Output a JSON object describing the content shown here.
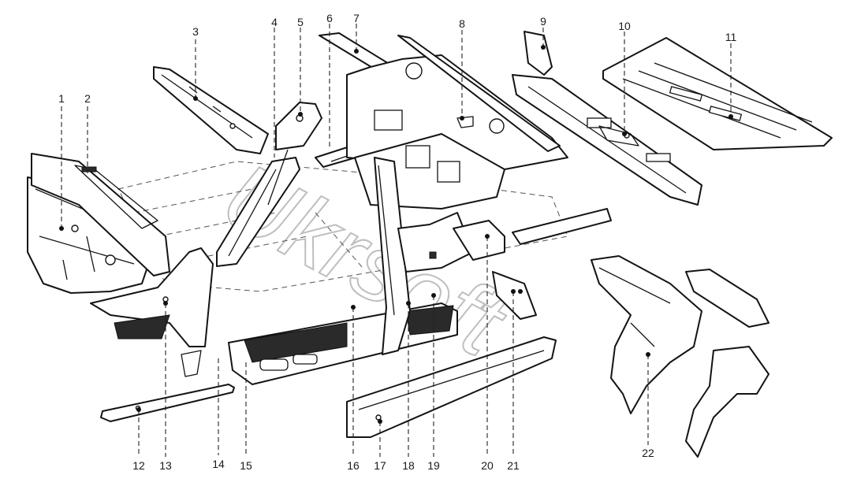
{
  "watermark": "Ukrsoft",
  "callouts": [
    {
      "id": "c1",
      "label": "1"
    },
    {
      "id": "c2",
      "label": "2"
    },
    {
      "id": "c3",
      "label": "3"
    },
    {
      "id": "c4",
      "label": "4"
    },
    {
      "id": "c5",
      "label": "5"
    },
    {
      "id": "c6",
      "label": "6"
    },
    {
      "id": "c7",
      "label": "7"
    },
    {
      "id": "c8",
      "label": "8"
    },
    {
      "id": "c9",
      "label": "9"
    },
    {
      "id": "c10",
      "label": "10"
    },
    {
      "id": "c11",
      "label": "11"
    },
    {
      "id": "c12",
      "label": "12"
    },
    {
      "id": "c13",
      "label": "13"
    },
    {
      "id": "c14",
      "label": "14"
    },
    {
      "id": "c15",
      "label": "15"
    },
    {
      "id": "c16",
      "label": "16"
    },
    {
      "id": "c17",
      "label": "17"
    },
    {
      "id": "c18",
      "label": "18"
    },
    {
      "id": "c19",
      "label": "19"
    },
    {
      "id": "c20",
      "label": "20"
    },
    {
      "id": "c21",
      "label": "21"
    },
    {
      "id": "c22",
      "label": "22"
    }
  ]
}
